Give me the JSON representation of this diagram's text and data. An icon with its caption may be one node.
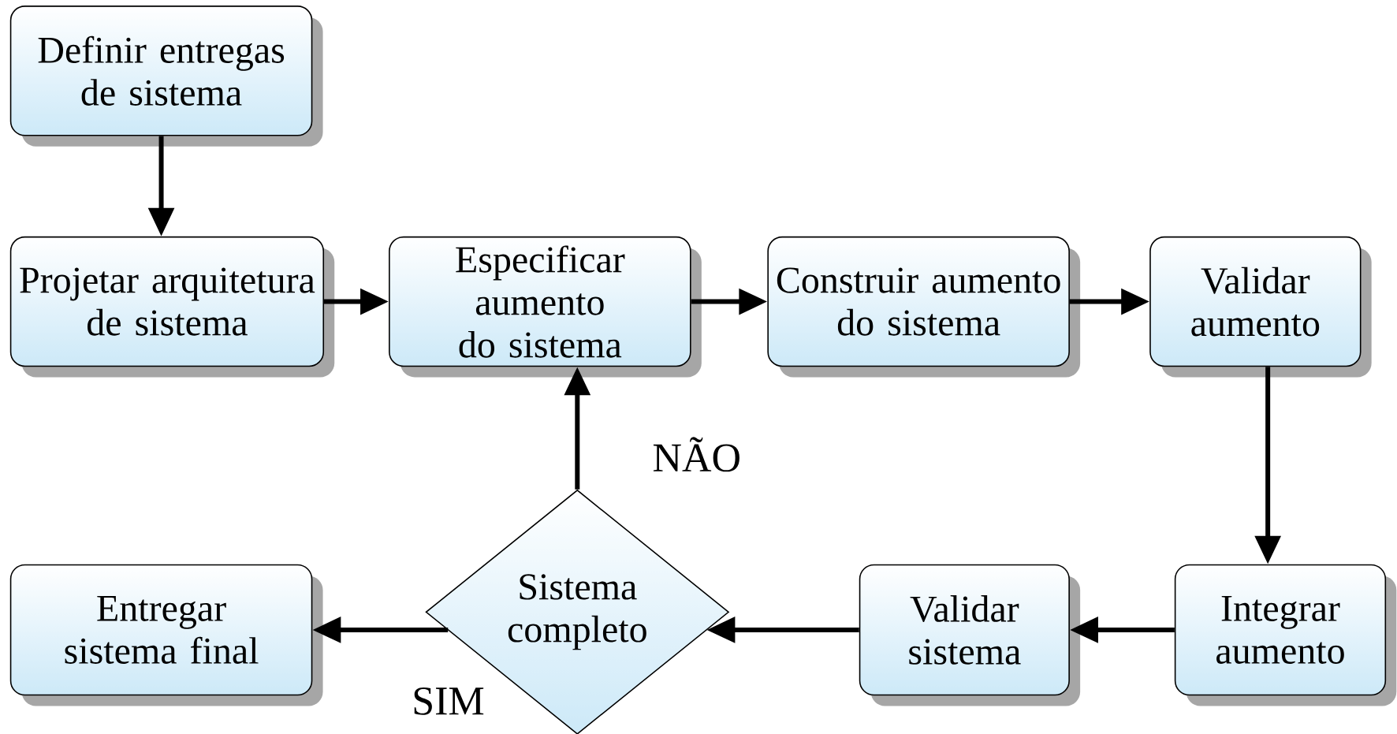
{
  "diagram": {
    "nodes": [
      {
        "text": [
          "Definir entregas de sistema"
        ]
      },
      {
        "text": [
          "Projetar arquitetura de sistema"
        ]
      },
      {
        "text": [
          "Especificar aumento do sistema"
        ]
      },
      {
        "text": [
          "Construir aumento do sistema"
        ]
      },
      {
        "text": [
          "Validar aumento"
        ]
      },
      {
        "text": [
          "Integrar aumento"
        ]
      },
      {
        "text": [
          "Validar sistema"
        ]
      },
      {
        "text": [
          "Sistema completo"
        ]
      },
      {
        "text": [
          "Entregar sistema final"
        ]
      }
    ],
    "edges": [
      {
        "from": 0,
        "to": 1,
        "arrow": "to"
      },
      {
        "from": 1,
        "to": 2,
        "arrow": "to"
      },
      {
        "from": 2,
        "to": 3,
        "arrow": "to"
      },
      {
        "from": 3,
        "to": 4,
        "arrow": "to"
      },
      {
        "from": 4,
        "to": 5,
        "arrow": "to"
      },
      {
        "from": 5,
        "to": 6,
        "arrow": "to"
      },
      {
        "from": 6,
        "to": 7,
        "arrow": "to"
      },
      {
        "from": 7,
        "to": 2,
        "arrow": "to",
        "label": "NÃO"
      },
      {
        "from": 7,
        "to": 8,
        "arrow": "to",
        "label": "SIM"
      }
    ]
  }
}
